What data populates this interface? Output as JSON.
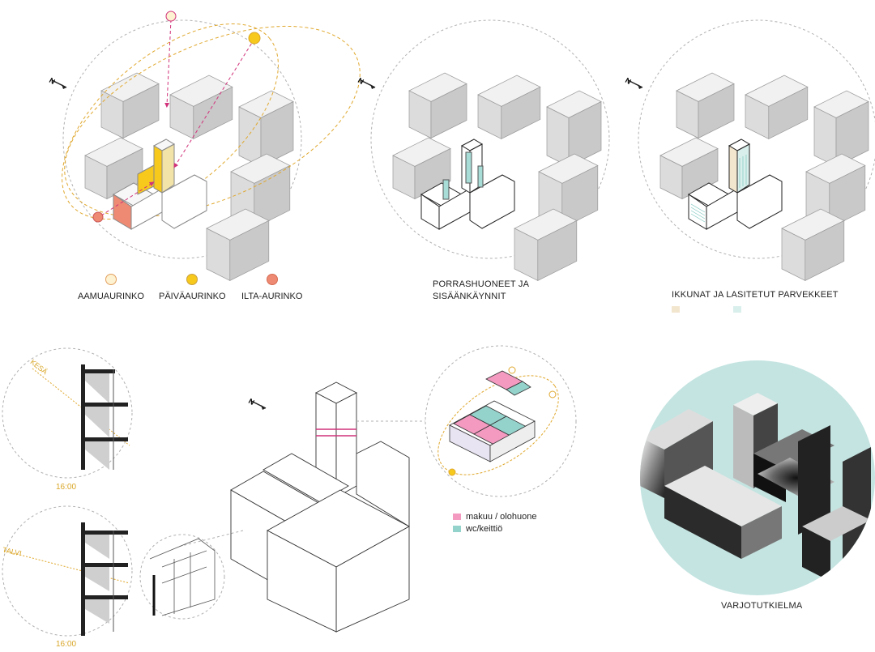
{
  "colors": {
    "building_top": "#f1f1f1",
    "building_left": "#dcdcdc",
    "building_right": "#c9c9c9",
    "outline": "#9a9a9a",
    "dashed_circle": "#b0b0b0",
    "sun_path": "#e0a82e",
    "morning_sun": "#fdf2d2",
    "midday_sun": "#f7c91c",
    "evening_sun": "#ee8a73",
    "arrow_magenta": "#d1327a",
    "living_pink": "#f49ac1",
    "wc_teal": "#94d3cc",
    "shadow_bg": "#c4e4e1",
    "window_beige": "#f3e6cf",
    "glazed_teal": "#d9efec"
  },
  "top_panels": {
    "sun_legend": [
      {
        "label": "AAMUAURINKO",
        "color": "#fdf2d2"
      },
      {
        "label": "PÄIVÄAURINKO",
        "color": "#f7c91c"
      },
      {
        "label": "ILTA-AURINKO",
        "color": "#ee8a73"
      }
    ],
    "stairs_label_line1": "PORRASHUONEET JA",
    "stairs_label_line2": "SISÄÄNKÄYNNIT",
    "windows_label": "IKKUNAT JA LASITETUT PARVEKKEET",
    "windows_swatches": [
      "#f3e6cf",
      "#d9efec"
    ],
    "north_symbol": "N"
  },
  "bottom_panels": {
    "season_summer": "KESÄ",
    "season_winter": "TALVI",
    "time_top": "16:00",
    "time_bottom": "16:00",
    "north_symbol": "N",
    "unit_legend": [
      {
        "label": "makuu / olohuone",
        "color": "#f49ac1"
      },
      {
        "label": "wc/keittiö",
        "color": "#94d3cc"
      }
    ],
    "shadow_label": "VARJOTUTKIELMA"
  }
}
